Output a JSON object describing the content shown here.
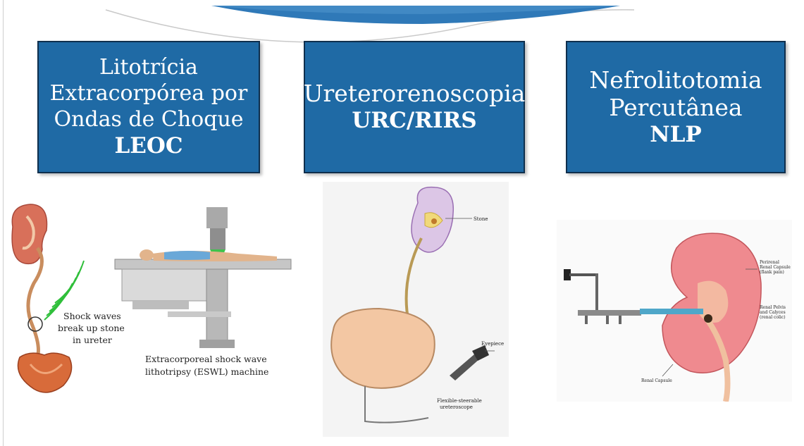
{
  "boxes": [
    {
      "lines": [
        "Litotrícia",
        "Extracorpórea por",
        "Ondas de Choque"
      ],
      "abbr": "LEOC"
    },
    {
      "lines": [
        "Ureterorenoscopia"
      ],
      "abbr": "URC/RIRS"
    },
    {
      "lines": [
        "Nefrolitotomia",
        "Percutânea"
      ],
      "abbr": "NLP"
    }
  ],
  "illustrations": {
    "eswl": {
      "shock_label": [
        "Shock waves",
        "break up stone",
        "in ureter"
      ],
      "machine_label": [
        "Extracorporeal shock wave",
        "lithotripsy (ESWL) machine"
      ]
    },
    "ureteroscopy": {
      "labels": {
        "stone": "Stone",
        "eyepiece": "Eyepiece",
        "scope": [
          "Flexible-steerable",
          "ureteroscope"
        ]
      }
    },
    "pcnl": {
      "labels": {
        "perirenal": [
          "Perirenal",
          "Renal Capsule",
          "(flank pain)"
        ],
        "renal_pelvis": [
          "Renal Pelvis",
          "and Calyces",
          "(renal colic)"
        ],
        "renal_capsule": "Renal Capsule"
      }
    }
  },
  "colors": {
    "box_fill": "#1f6aa5",
    "box_border": "#0f2f4d",
    "swoosh": "#2f79b8"
  }
}
